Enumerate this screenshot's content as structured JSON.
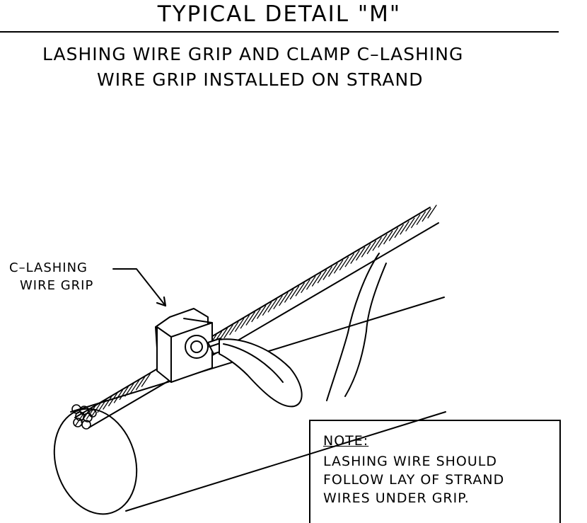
{
  "title": "TYPICAL DETAIL \"M\"",
  "subtitle_lines": [
    "LASHING WIRE GRIP AND CLAMP C–LASHING",
    "WIRE GRIP INSTALLED ON STRAND"
  ],
  "callout": {
    "lines": [
      "C–LASHING",
      "WIRE GRIP"
    ]
  },
  "note": {
    "title": "NOTE:",
    "lines": [
      "LASHING WIRE SHOULD",
      "FOLLOW LAY OF STRAND",
      "WIRES UNDER GRIP."
    ]
  },
  "colors": {
    "line": "#000000",
    "background": "#ffffff"
  }
}
